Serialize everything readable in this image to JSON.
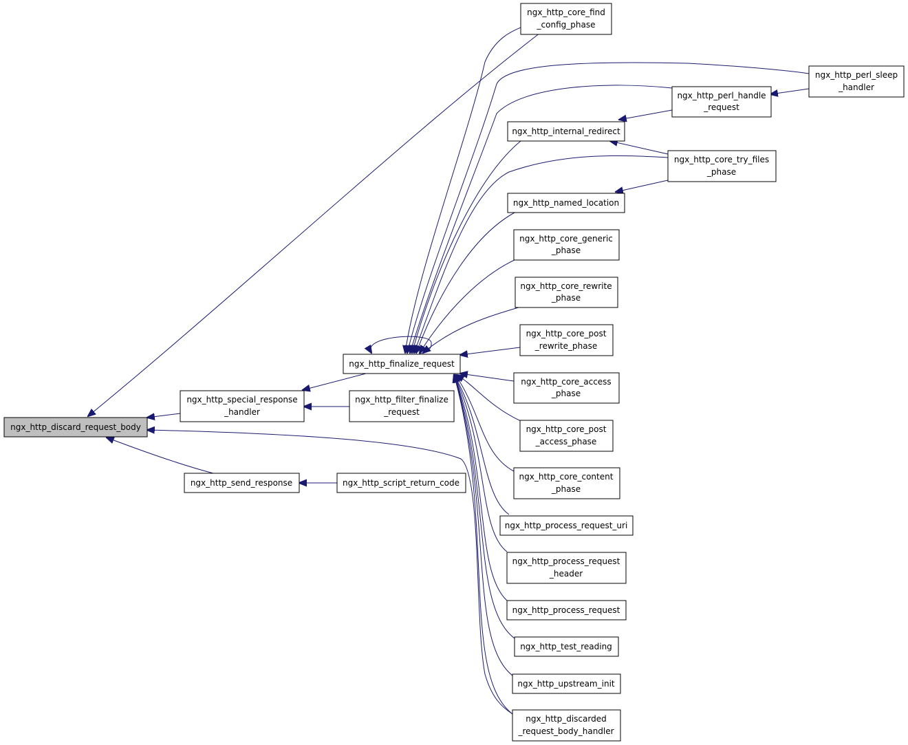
{
  "diagram": {
    "title": "",
    "colors": {
      "edge": "#191970",
      "root_fill": "#bfbfbf",
      "node_fill": "#ffffff",
      "node_border": "#000000"
    },
    "nodes": [
      {
        "id": "discard",
        "lines": [
          "ngx_http_discard_request_body"
        ],
        "root": true
      },
      {
        "id": "special",
        "lines": [
          "ngx_http_special_response",
          "_handler"
        ]
      },
      {
        "id": "send",
        "lines": [
          "ngx_http_send_response"
        ]
      },
      {
        "id": "finalize",
        "lines": [
          "ngx_http_finalize_request"
        ]
      },
      {
        "id": "filter_fin",
        "lines": [
          "ngx_http_filter_finalize",
          "_request"
        ]
      },
      {
        "id": "script_ret",
        "lines": [
          "ngx_http_script_return_code"
        ]
      },
      {
        "id": "find_config",
        "lines": [
          "ngx_http_core_find",
          "_config_phase"
        ]
      },
      {
        "id": "internal_redirect",
        "lines": [
          "ngx_http_internal_redirect"
        ]
      },
      {
        "id": "named_location",
        "lines": [
          "ngx_http_named_location"
        ]
      },
      {
        "id": "core_generic",
        "lines": [
          "ngx_http_core_generic",
          "_phase"
        ]
      },
      {
        "id": "core_rewrite",
        "lines": [
          "ngx_http_core_rewrite",
          "_phase"
        ]
      },
      {
        "id": "core_post_rewrite",
        "lines": [
          "ngx_http_core_post",
          "_rewrite_phase"
        ]
      },
      {
        "id": "core_access",
        "lines": [
          "ngx_http_core_access",
          "_phase"
        ]
      },
      {
        "id": "core_post_access",
        "lines": [
          "ngx_http_core_post",
          "_access_phase"
        ]
      },
      {
        "id": "core_content",
        "lines": [
          "ngx_http_core_content",
          "_phase"
        ]
      },
      {
        "id": "proc_req_uri",
        "lines": [
          "ngx_http_process_request_uri"
        ]
      },
      {
        "id": "proc_req_header",
        "lines": [
          "ngx_http_process_request",
          "_header"
        ]
      },
      {
        "id": "proc_req",
        "lines": [
          "ngx_http_process_request"
        ]
      },
      {
        "id": "test_reading",
        "lines": [
          "ngx_http_test_reading"
        ]
      },
      {
        "id": "upstream_init",
        "lines": [
          "ngx_http_upstream_init"
        ]
      },
      {
        "id": "discarded_handler",
        "lines": [
          "ngx_http_discarded",
          "_request_body_handler"
        ]
      },
      {
        "id": "perl_handle",
        "lines": [
          "ngx_http_perl_handle",
          "_request"
        ]
      },
      {
        "id": "core_try_files",
        "lines": [
          "ngx_http_core_try_files",
          "_phase"
        ]
      },
      {
        "id": "perl_sleep",
        "lines": [
          "ngx_http_perl_sleep",
          "_handler"
        ]
      }
    ]
  }
}
